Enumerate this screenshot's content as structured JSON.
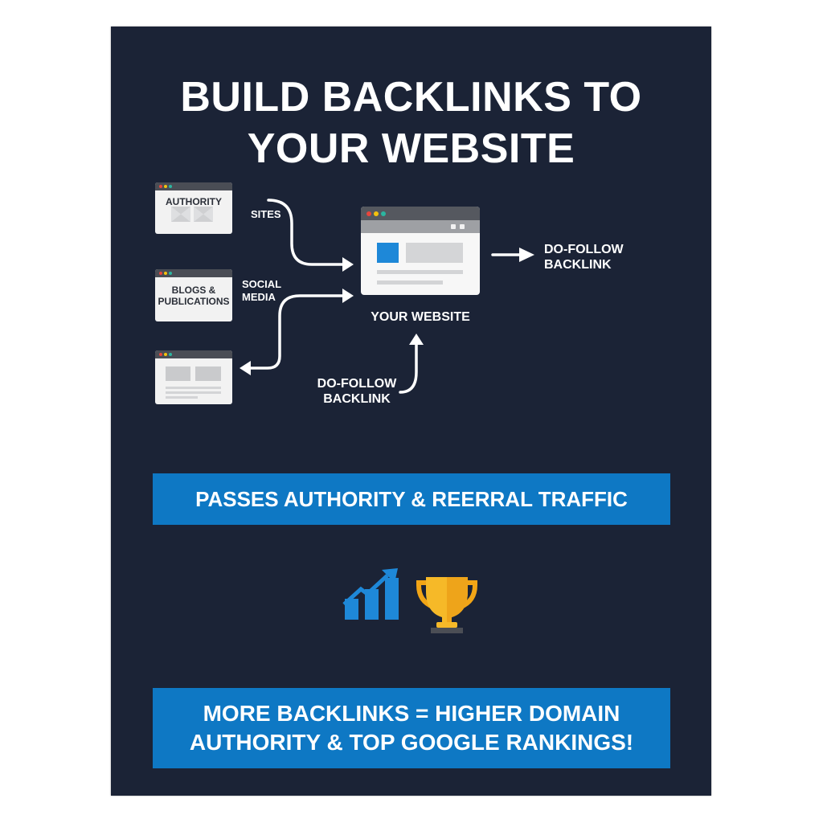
{
  "poster": {
    "title_line1": "BUILD BACKLINKS TO",
    "title_line2": "YOUR WEBSITE",
    "background_color": "#1b2336"
  },
  "diagram": {
    "sources": [
      {
        "window_label": "AUTHORITY",
        "flow_label_1": "SITES",
        "flow_label_2": ""
      },
      {
        "window_label_1": "BLOGS &",
        "window_label_2": "PUBLICATIONS",
        "flow_label_1": "SOCIAL",
        "flow_label_2": "MEDIA"
      },
      {
        "window_label": ""
      }
    ],
    "target": {
      "label": "YOUR WEBSITE",
      "accent_color": "#1e88d8"
    },
    "outgoing": {
      "label_1": "DO-FOLLOW",
      "label_2": "BACKLINK"
    },
    "incoming": {
      "label_1": "DO-FOLLOW",
      "label_2": "BACKLINK"
    },
    "window_dot_colors": [
      "#e8453c",
      "#f4c20d",
      "#2bb5a0"
    ]
  },
  "banners": {
    "top": "PASSES AUTHORITY & REERRAL TRAFFIC",
    "bottom_line1": "MORE BACKLINKS = HIGHER DOMAIN",
    "bottom_line2": "AUTHORITY & TOP GOOGLE RANKINGS!",
    "color": "#0e78c4"
  },
  "icons": {
    "growth": "bar-chart-trend-up-icon",
    "growth_color": "#1e88d8",
    "trophy": "trophy-icon",
    "trophy_color": "#f5b21c"
  }
}
